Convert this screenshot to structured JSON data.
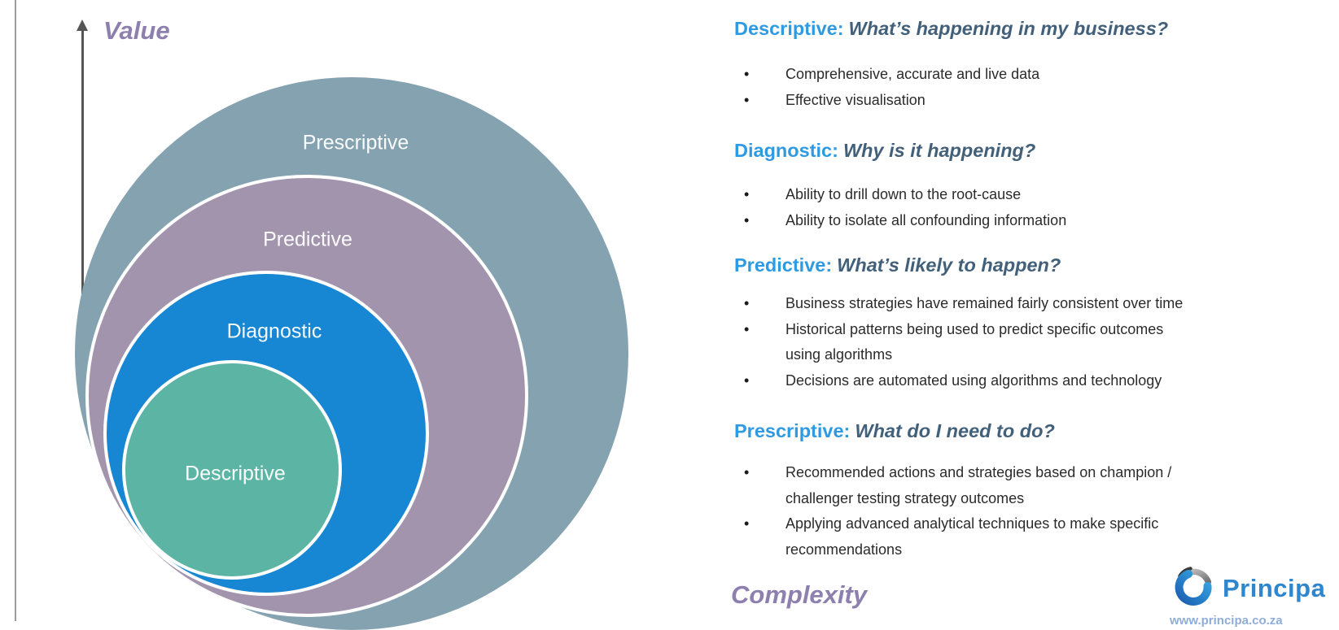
{
  "diagram": {
    "value_axis_label": "Value",
    "complexity_axis_label": "Complexity",
    "circles": [
      {
        "id": "prescriptive",
        "label": "Prescriptive",
        "color": "#84a2b0"
      },
      {
        "id": "predictive",
        "label": "Predictive",
        "color": "#a294ad"
      },
      {
        "id": "diagnostic",
        "label": "Diagnostic",
        "color": "#1786d3"
      },
      {
        "id": "descriptive",
        "label": "Descriptive",
        "color": "#5cb5a4"
      }
    ]
  },
  "sections": [
    {
      "term": "Descriptive:",
      "question": "What’s happening in my business?",
      "bullets": [
        [
          "Comprehensive, accurate and live data"
        ],
        [
          "Effective visualisation"
        ]
      ]
    },
    {
      "term": "Diagnostic:",
      "question": "Why is it happening?",
      "bullets": [
        [
          "Ability to drill down to the root-cause"
        ],
        [
          "Ability to isolate all confounding information"
        ]
      ]
    },
    {
      "term": "Predictive:",
      "question": "What’s likely to happen?",
      "bullets": [
        [
          "Business strategies have remained fairly consistent over time"
        ],
        [
          "Historical patterns being used to predict specific outcomes",
          "using algorithms"
        ],
        [
          "Decisions are automated using algorithms and technology"
        ]
      ]
    },
    {
      "term": "Prescriptive:",
      "question": "What do I need to do?",
      "bullets": [
        [
          "Recommended actions and strategies based on champion /",
          "challenger testing strategy outcomes"
        ],
        [
          "Applying advanced analytical techniques to make specific",
          "recommendations"
        ]
      ]
    }
  ],
  "logo": {
    "brand": "Principa",
    "url": "www.principa.co.za"
  },
  "colors": {
    "header_term_blue": "#2e9ae2",
    "header_question_dark": "#42607a",
    "axis_purple": "#8d7fae",
    "brand_blue": "#2e86cf",
    "bullet_marker": "•"
  }
}
